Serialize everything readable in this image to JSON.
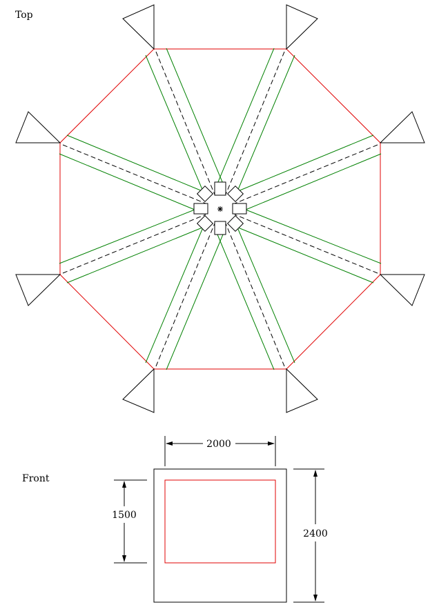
{
  "views": {
    "top_label": "Top",
    "front_label": "Front"
  },
  "dimensions": {
    "width_label": "2000",
    "inner_height_label": "1500",
    "overall_height_label": "2400"
  },
  "colors": {
    "outline": "#000000",
    "frame": "#e00000",
    "beam": "#008000",
    "background": "#ffffff"
  },
  "top_view": {
    "octagon_sides": 8,
    "beam_count": 8,
    "corner_fin_count": 8
  }
}
